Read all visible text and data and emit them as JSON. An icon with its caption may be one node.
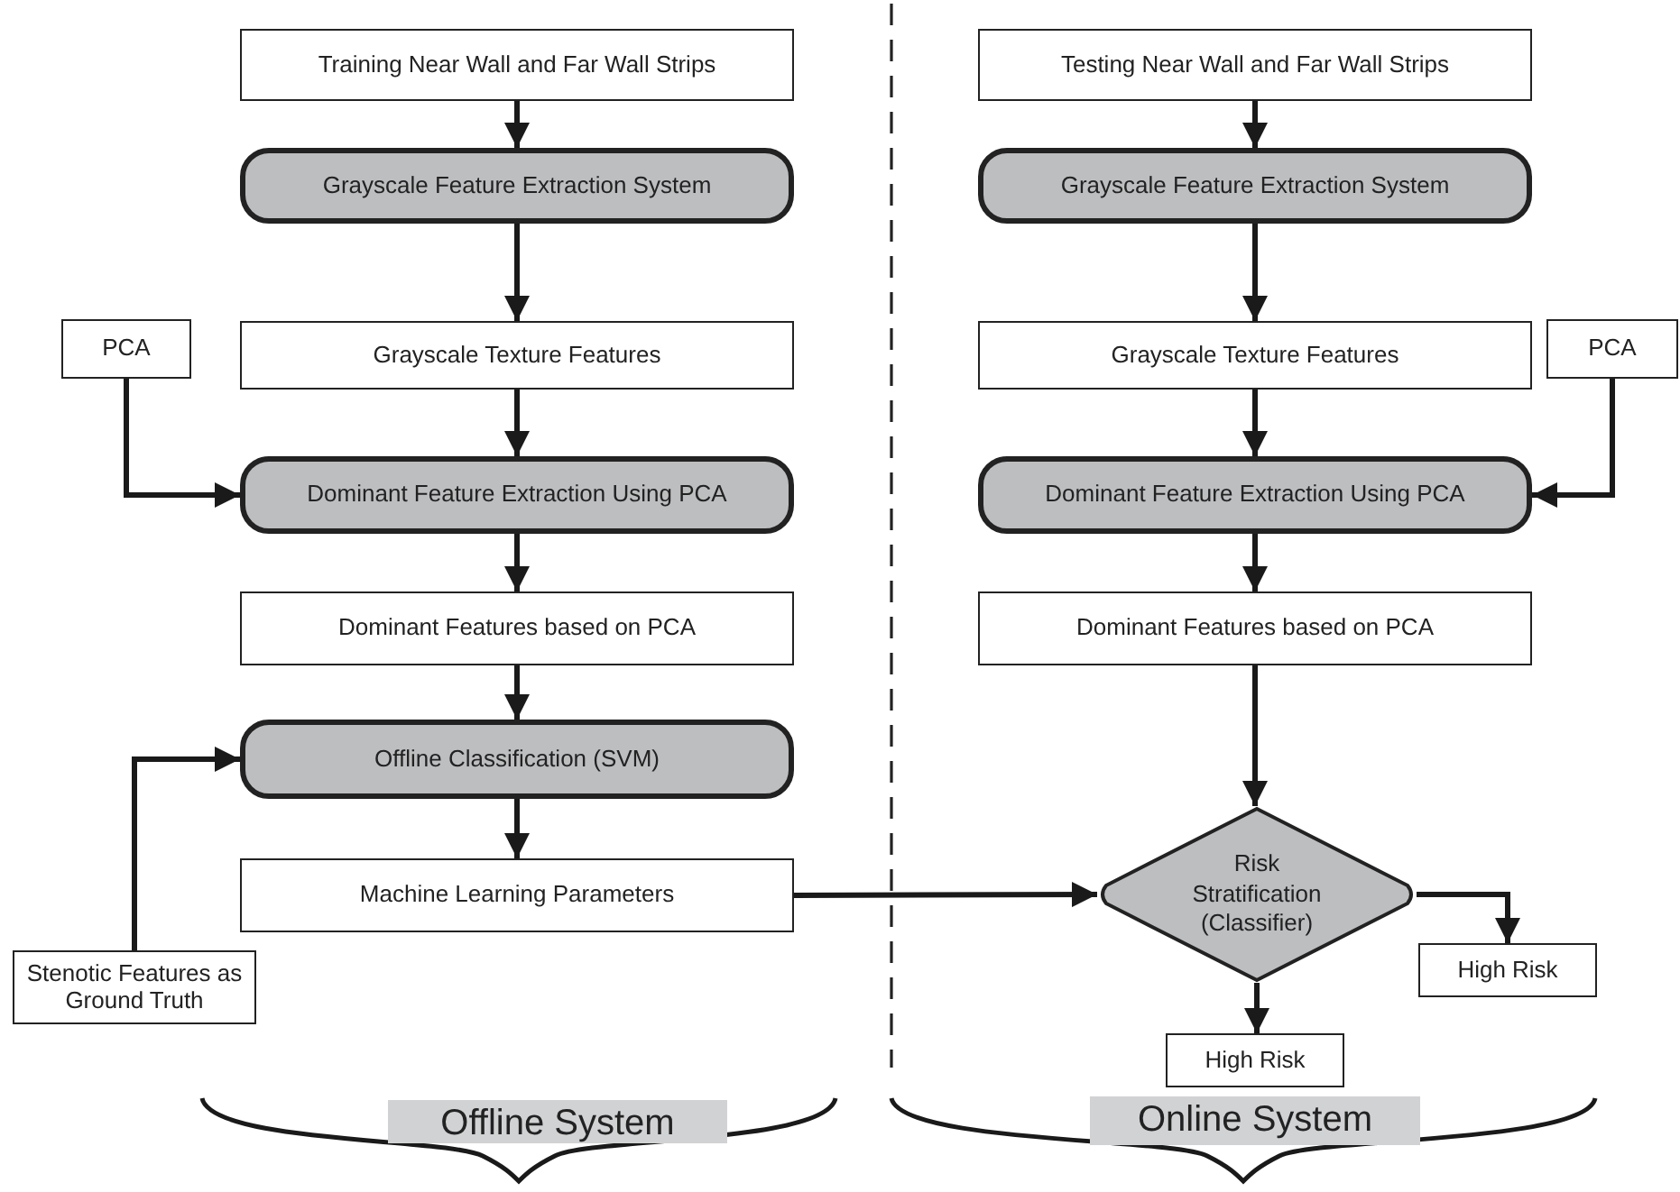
{
  "diagram": {
    "nodes": [
      {
        "text": [
          "Training Near Wall and Far Wall Strips"
        ]
      },
      {
        "text": [
          "Grayscale Feature Extraction System"
        ]
      },
      {
        "text": [
          "Grayscale Texture Features"
        ]
      },
      {
        "text": [
          "PCA"
        ]
      },
      {
        "text": [
          "Dominant Feature Extraction Using PCA"
        ]
      },
      {
        "text": [
          "Dominant Features based on PCA"
        ]
      },
      {
        "text": [
          "Offline Classification (SVM)"
        ]
      },
      {
        "text": [
          "Machine Learning Parameters"
        ]
      },
      {
        "text": [
          "Stenotic Features as Ground Truth"
        ]
      },
      {
        "text": [
          "Testing Near Wall and Far Wall Strips"
        ]
      },
      {
        "text": [
          "Grayscale Feature Extraction System"
        ]
      },
      {
        "text": [
          "Grayscale Texture Features"
        ]
      },
      {
        "text": [
          "PCA"
        ]
      },
      {
        "text": [
          "Dominant Feature Extraction Using PCA"
        ]
      },
      {
        "text": [
          "Dominant Features based on PCA"
        ]
      },
      {
        "text": [
          "Risk Stratification (Classifier)"
        ]
      },
      {
        "text": [
          "High Risk"
        ]
      },
      {
        "text": [
          "High Risk"
        ]
      }
    ],
    "edges": [
      {
        "from": 0,
        "to": 1,
        "arrow": "to"
      },
      {
        "from": 1,
        "to": 2,
        "arrow": "to"
      },
      {
        "from": 2,
        "to": 4,
        "arrow": "to"
      },
      {
        "from": 3,
        "to": 4,
        "arrow": "to"
      },
      {
        "from": 4,
        "to": 5,
        "arrow": "to"
      },
      {
        "from": 5,
        "to": 6,
        "arrow": "to"
      },
      {
        "from": 8,
        "to": 6,
        "arrow": "to"
      },
      {
        "from": 6,
        "to": 7,
        "arrow": "to"
      },
      {
        "from": 7,
        "to": 15,
        "arrow": "to"
      },
      {
        "from": 9,
        "to": 10,
        "arrow": "to"
      },
      {
        "from": 10,
        "to": 11,
        "arrow": "to"
      },
      {
        "from": 11,
        "to": 13,
        "arrow": "to"
      },
      {
        "from": 12,
        "to": 13,
        "arrow": "to"
      },
      {
        "from": 13,
        "to": 14,
        "arrow": "to"
      },
      {
        "from": 14,
        "to": 15,
        "arrow": "to"
      },
      {
        "from": 15,
        "to": 16,
        "arrow": "to"
      },
      {
        "from": 15,
        "to": 17,
        "arrow": "to"
      }
    ],
    "labels": [
      "Offline System",
      "Online System"
    ]
  }
}
